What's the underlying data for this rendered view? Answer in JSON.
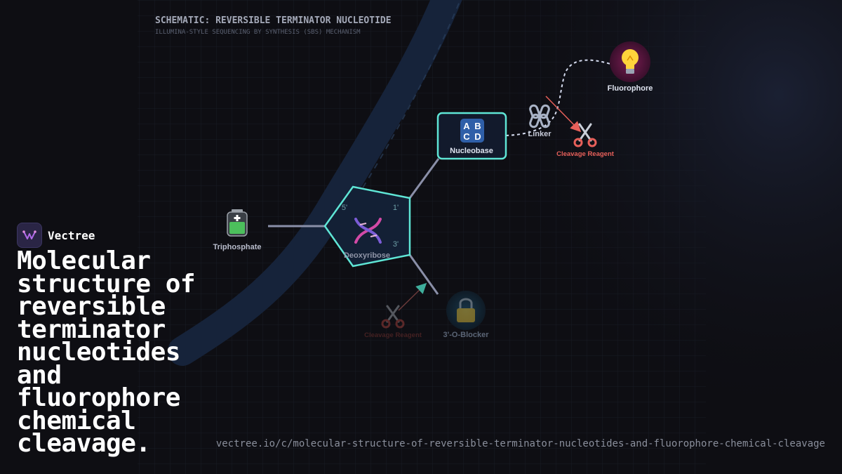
{
  "brand": {
    "name": "Vectree"
  },
  "headline": "Molecular structure of reversible terminator nucleotides and fluorophore chemical cleavage.",
  "url": "vectree.io/c/molecular-structure-of-reversible-terminator-nucleotides-and-fluorophore-chemical-cleavage",
  "diagram": {
    "title": "SCHEMATIC: REVERSIBLE TERMINATOR NUCLEOTIDE",
    "subtitle": "ILLUMINA-STYLE SEQUENCING BY SYNTHESIS (SBS) MECHANISM",
    "nodes": {
      "triphosphate": {
        "label": "Triphosphate",
        "icon": "battery-icon"
      },
      "deoxyribose": {
        "label": "Deoxyribose",
        "icon": "dna-icon",
        "positions": [
          "5'",
          "1'",
          "3'"
        ]
      },
      "nucleobase": {
        "label": "Nucleobase",
        "icon": "abcd-icon"
      },
      "linker": {
        "label": "Linker",
        "icon": "chain-icon"
      },
      "fluorophore": {
        "label": "Fluorophore",
        "icon": "lightbulb-icon"
      },
      "cleavage_top": {
        "label": "Cleavage Reagent",
        "icon": "scissors-icon"
      },
      "blocker": {
        "label": "3'-O-Blocker",
        "icon": "lock-icon"
      },
      "cleavage_bottom": {
        "label": "Cleavage Reagent",
        "icon": "scissors-icon"
      }
    },
    "colors": {
      "accent": "#5fe6d6",
      "cleavage": "#e8605a",
      "bond": "#8a8fa8",
      "panel": "#121a2c"
    }
  }
}
